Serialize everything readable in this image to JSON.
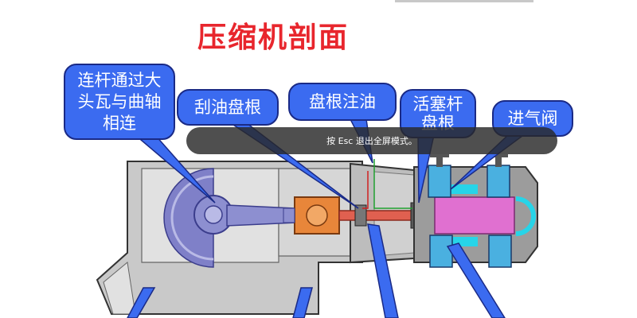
{
  "title": "压缩机剖面",
  "callouts": {
    "connecting_rod": "连杆通过大头瓦与曲轴相连",
    "oil_scraper_packing": "刮油盘根",
    "packing_oil_injection": "盘根注油",
    "piston_rod_packing": "活塞杆盘根",
    "intake_valve": "进气阀"
  },
  "fullscreen_hint": "按 Esc 退出全屏模式。",
  "colors": {
    "title": "#e8262d",
    "callout_fill": "#3b6bf0",
    "callout_border": "#1a2a86",
    "crankcase": "#cfcfcf",
    "crank": "#8d8fd0",
    "crosshead": "#d9782c",
    "piston_rod": "#e06050",
    "cylinder": "#e070d0",
    "gas_passage": "#27d4e8"
  }
}
